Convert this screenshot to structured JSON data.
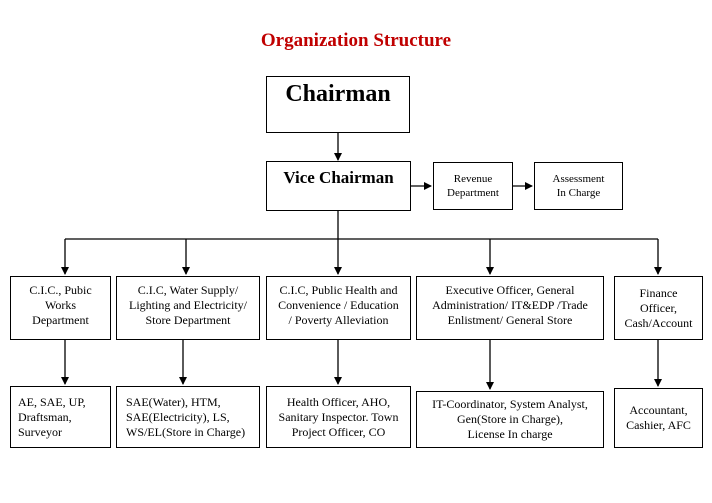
{
  "title": "Organization Structure",
  "nodes": {
    "chairman": "Chairman",
    "vice_chairman": "Vice Chairman",
    "revenue": "Revenue\nDepartment",
    "assessment": "Assessment\nIn Charge",
    "cic_pwd": "C.I.C., Pubic\nWorks\nDepartment",
    "cic_water": "C.I.C, Water Supply/\nLighting and Electricity/\nStore Department",
    "cic_health": "C.I.C, Public Health and\nConvenience / Education\n/ Poverty Alleviation",
    "exec_officer": "Executive Officer, General\nAdministration/ IT&EDP /Trade\nEnlistment/ General Store",
    "finance_officer": "Finance\nOfficer,\nCash/Account",
    "staff_pwd": "AE, SAE, UP,\nDraftsman,\nSurveyor",
    "staff_water": "SAE(Water), HTM,\nSAE(Electricity), LS,\nWS/EL(Store in Charge)",
    "staff_health": "Health Officer, AHO,\nSanitary Inspector. Town\nProject Officer, CO",
    "staff_exec": "IT-Coordinator, System Analyst,\nGen(Store in Charge),\nLicense In charge",
    "staff_finance": "Accountant,\nCashier, AFC"
  }
}
